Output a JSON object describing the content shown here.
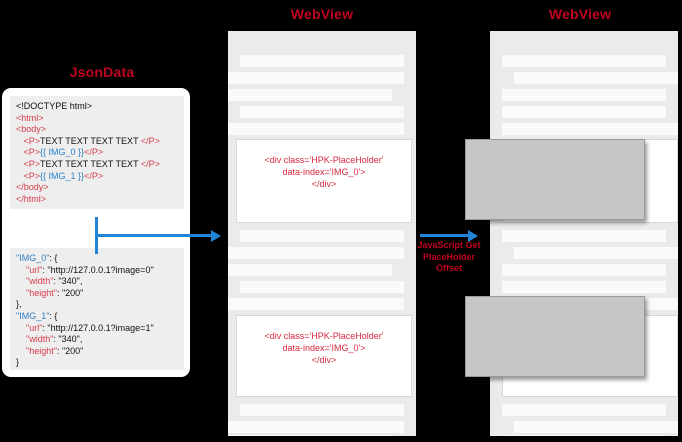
{
  "background": "#000000",
  "accent_red": "#c00020",
  "accent_blue": "#1f84d6",
  "code_tag_color": "#d53c4a",
  "code_value_color": "#2f7fc1",
  "titles": {
    "json": "JsonData",
    "webview_middle": "WebView",
    "webview_right": "WebView"
  },
  "json_card": {
    "html_source": {
      "lines": [
        "<!DOCTYPE html>",
        "<html>",
        "<body>",
        "    <P>TEXT TEXT TEXT TEXT </P>",
        "    <P>{{ IMG_0 }}</P>",
        "    <P>TEXT TEXT TEXT TEXT </P>",
        "    <P>{{ IMG_1 }}</P>",
        "</body>",
        "</html>"
      ]
    },
    "json_source": {
      "lines": [
        "\"IMG_0\": {",
        "    \"url\": \"http://127.0.0.1?image=0\"",
        "    \"width\": \"340\",",
        "    \"height\": \"200\"",
        "},",
        "\"IMG_1\": {",
        "    \"url\": \"http://127.0.0.1?image=1\"",
        "    \"width\": \"340\",",
        "    \"height\": \"200\"",
        "}"
      ],
      "entries": [
        {
          "key": "IMG_0",
          "url": "http://127.0.0.1?image=0",
          "width": "340",
          "height": "200"
        },
        {
          "key": "IMG_1",
          "url": "http://127.0.0.1?image=1",
          "width": "340",
          "height": "200"
        }
      ]
    }
  },
  "arrows": {
    "json_to_webview_label": "",
    "webview_to_webview_label": "JavaScript\nGet\nPlaceHolder\nOffset"
  },
  "webview_middle": {
    "placeholder_1": "<div class='HPK-PlaceHolder'\ndata-index='IMG_0'>\n</div>",
    "placeholder_2": "<div class='HPK-PlaceHolder'\ndata-index='IMG_0'>\n</div>"
  },
  "webview_right": {
    "image_1_alt": "rendered-image-0",
    "image_2_alt": "rendered-image-1"
  }
}
